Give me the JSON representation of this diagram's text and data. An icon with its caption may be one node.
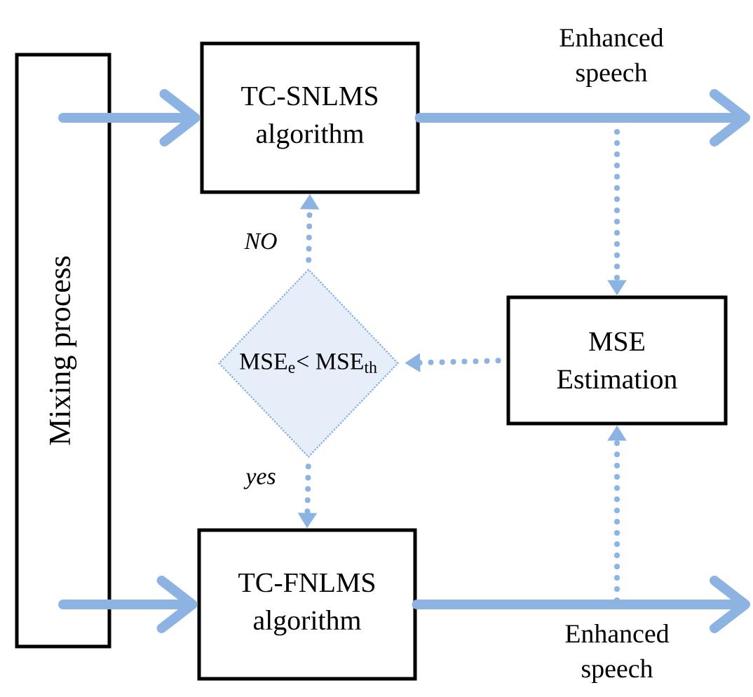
{
  "diagram": {
    "nodes": [
      {
        "text": [
          "Mixing process"
        ]
      },
      {
        "text": [
          "TC-SNLMS algorithm"
        ]
      },
      {
        "text": [
          "MSE$_{e}$< MSE$_{th}$"
        ]
      },
      {
        "text": [
          "MSE Estimation"
        ]
      },
      {
        "text": [
          "TC-FNLMS algorithm"
        ]
      }
    ],
    "edges": [
      {
        "from": 0,
        "to": 1,
        "arrow": "to"
      },
      {
        "from": 0,
        "to": 4,
        "arrow": "to"
      },
      {
        "from": 1,
        "to": null,
        "arrow": "to",
        "label": "Enhanced speech"
      },
      {
        "from": 4,
        "to": null,
        "arrow": "to",
        "label": "Enhanced speech"
      },
      {
        "from": null,
        "to": 3,
        "arrow": "to",
        "style": "dashed"
      },
      {
        "from": null,
        "to": 3,
        "arrow": "to",
        "style": "dashed"
      },
      {
        "from": 3,
        "to": 2,
        "arrow": "to",
        "style": "dashed"
      },
      {
        "from": 2,
        "to": 1,
        "arrow": "to",
        "style": "dashed",
        "label": "NO"
      },
      {
        "from": 2,
        "to": 4,
        "arrow": "to",
        "style": "dashed",
        "label": "yes"
      }
    ]
  }
}
